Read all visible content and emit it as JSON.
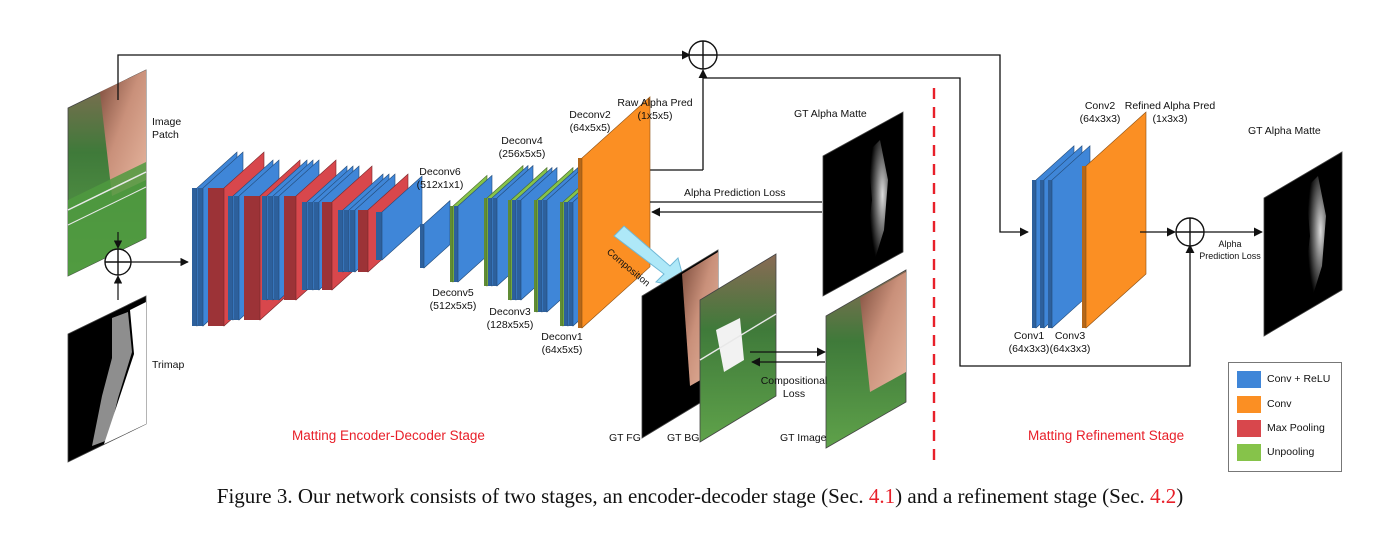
{
  "labels": {
    "image_patch_1": "Image",
    "image_patch_2": "Patch",
    "trimap": "Trimap",
    "deconv6": "Deconv6",
    "deconv6_dim": "(512x1x1)",
    "deconv5": "Deconv5",
    "deconv5_dim": "(512x5x5)",
    "deconv4": "Deconv4",
    "deconv4_dim": "(256x5x5)",
    "deconv3": "Deconv3",
    "deconv3_dim": "(128x5x5)",
    "deconv2": "Deconv2",
    "deconv2_dim": "(64x5x5)",
    "deconv1": "Deconv1",
    "deconv1_dim": "(64x5x5)",
    "raw_alpha": "Raw Alpha Pred",
    "raw_alpha_dim": "(1x5x5)",
    "gt_alpha_1": "GT Alpha Matte",
    "alpha_loss": "Alpha Prediction Loss",
    "composition": "Composition",
    "gt_fg": "GT FG",
    "gt_bg": "GT BG",
    "gt_image": "GT Image",
    "comp_loss_1": "Compositional",
    "comp_loss_2": "Loss",
    "conv2": "Conv2",
    "conv2_dim": "(64x3x3)",
    "refined_alpha": "Refined Alpha Pred",
    "refined_alpha_dim": "(1x3x3)",
    "gt_alpha_2": "GT Alpha Matte",
    "alpha_loss_2a": "Alpha",
    "alpha_loss_2b": "Prediction Loss",
    "conv1": "Conv1",
    "conv1_dim": "(64x3x3)",
    "conv3": "Conv3",
    "conv3_dim": "(64x3x3)"
  },
  "stages": {
    "encoder_decoder": "Matting Encoder-Decoder Stage",
    "refinement": "Matting Refinement Stage"
  },
  "legend": [
    {
      "label": "Conv + ReLU",
      "color": "#3f86d8"
    },
    {
      "label": "Conv",
      "color": "#fb8f23"
    },
    {
      "label": "Max Pooling",
      "color": "#d8474c"
    },
    {
      "label": "Unpooling",
      "color": "#86c34a"
    }
  ],
  "colors": {
    "conv_relu": "#3f86d8",
    "conv": "#fb8f23",
    "max_pool": "#d8474c",
    "unpool": "#86c34a",
    "stage_text": "#e8202a",
    "composition_arrow": "#aee8f8"
  },
  "caption": {
    "prefix": "Figure 3. Our network consists of two stages, an encoder-decoder stage (Sec. ",
    "ref1": "4.1",
    "middle": ") and a refinement stage (Sec. ",
    "ref2": "4.2",
    "suffix": ")"
  }
}
